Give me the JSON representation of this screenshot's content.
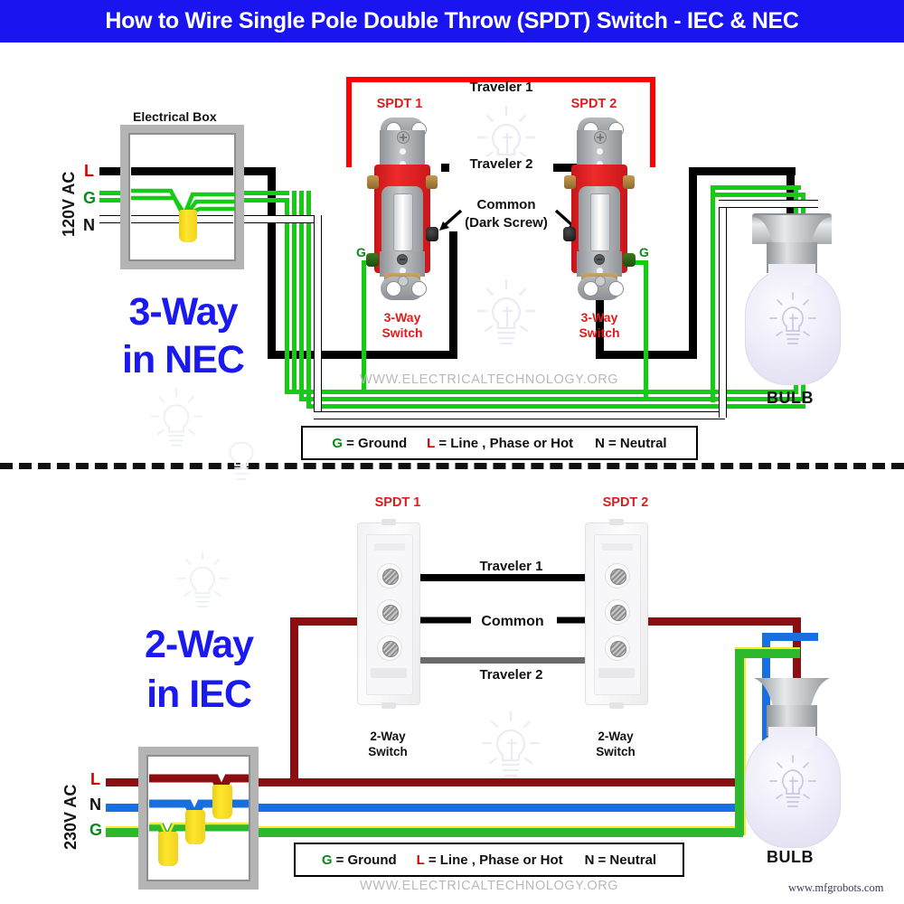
{
  "title": "How to Wire Single Pole Double Throw (SPDT) Switch - IEC & NEC",
  "title_bg": "#1a15f0",
  "legend": {
    "g_letter": "G",
    "g_text": "= Ground",
    "l_letter": "L",
    "l_text": "= Line , Phase or Hot",
    "n_letter": "N",
    "n_text": "= Neutral",
    "g_color": "#0a8a1e",
    "l_color": "#d40000"
  },
  "nec": {
    "heading_line1": "3-Way",
    "heading_line2": "in NEC",
    "heading_color": "#1a1af0",
    "box_label": "Electrical Box",
    "voltage": "120V AC",
    "terminals": {
      "l": "L",
      "g": "G",
      "n": "N"
    },
    "switch1_title": "SPDT 1",
    "switch2_title": "SPDT 2",
    "switch1_sub_line1": "3-Way",
    "switch1_sub_line2": "Switch",
    "switch2_sub_line1": "3-Way",
    "switch2_sub_line2": "Switch",
    "traveler1": "Traveler 1",
    "traveler2": "Traveler 2",
    "common_line1": "Common",
    "common_line2": "(Dark Screw)",
    "ground_mark_left": "G",
    "ground_mark_right": "G",
    "bulb_label": "BULB",
    "watermark": "WWW.ELECTRICALTECHNOLOGY.ORG",
    "wire_colors": {
      "line": "#000000",
      "neutral": "#ffffff",
      "ground": "#13cc13",
      "traveler_box": "#ff0000"
    }
  },
  "iec": {
    "heading_line1": "2-Way",
    "heading_line2": "in IEC",
    "heading_color": "#1a1af0",
    "voltage": "230V AC",
    "terminals": {
      "l": "L",
      "n": "N",
      "g": "G"
    },
    "switch1_title": "SPDT 1",
    "switch2_title": "SPDT 2",
    "switch1_sub_line1": "2-Way",
    "switch1_sub_line2": "Switch",
    "switch2_sub_line1": "2-Way",
    "switch2_sub_line2": "Switch",
    "traveler1": "Traveler 1",
    "traveler2": "Traveler 2",
    "common": "Common",
    "bulb_label": "BULB",
    "watermark": "WWW.ELECTRICALTECHNOLOGY.ORG",
    "wire_colors": {
      "line": "#8b0f12",
      "neutral": "#1a6fe0",
      "ground": "#2db92d",
      "traveler1": "#000000",
      "traveler2": "#6b6b6b"
    }
  },
  "footer": {
    "site": "www.mfgrobots.com"
  }
}
